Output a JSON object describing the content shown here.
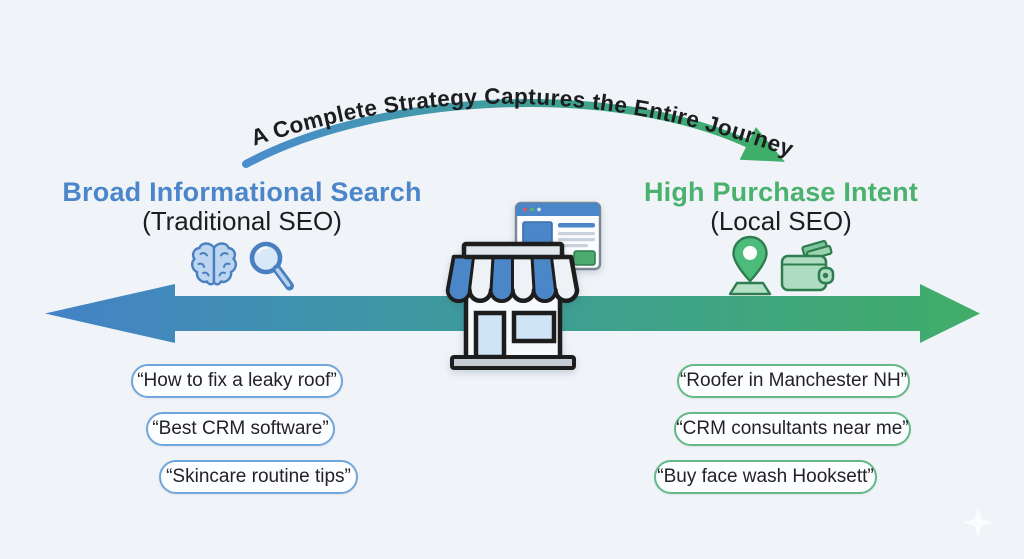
{
  "arc_title": "A Complete Strategy Captures the Entire Journey",
  "left_section": {
    "heading": "Broad Informational Search",
    "subheading": "(Traditional SEO)",
    "icon_names": [
      "brain-icon",
      "magnifying-glass-icon"
    ],
    "queries": [
      "“How to fix a leaky roof”",
      "“Best CRM software”",
      "“Skincare routine tips”"
    ]
  },
  "right_section": {
    "heading": "High Purchase Intent",
    "subheading": "(Local SEO)",
    "icon_names": [
      "location-pin-icon",
      "wallet-icon"
    ],
    "queries": [
      "“Roofer in Manchester NH”",
      "“CRM consultants near me”",
      "“Buy face wash Hooksett”"
    ]
  },
  "center_illustration": "storefront-with-browser-window",
  "colors": {
    "background": "#f0f4f8",
    "blue_accent": "#4a86c9",
    "green_accent": "#4bb16e",
    "arrow_blue": "#4482c8",
    "arrow_teal": "#3d9e97",
    "arrow_green": "#41ad68",
    "text_dark": "#1d1d1f"
  }
}
